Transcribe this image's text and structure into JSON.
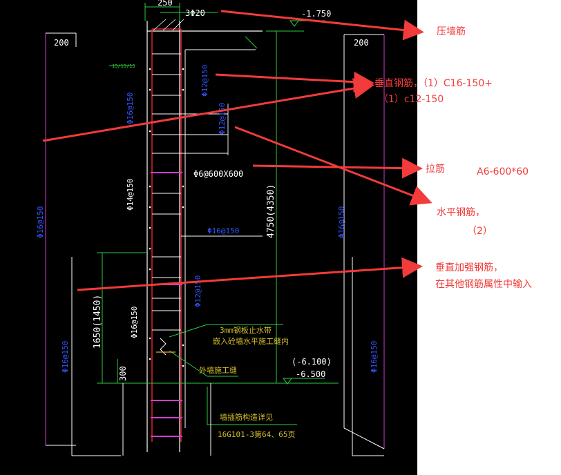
{
  "cad": {
    "dim_top_width": "250",
    "top_rebar": "3Φ20",
    "elev_top": "-1.750",
    "dim_left_200": "200",
    "dim_right_200": "200",
    "label_small_top": "15/15/15",
    "vert_outer_left": "Φ16@150",
    "vert_inner_a": "Φ12@150",
    "vert_inner_b": "Φ12@150",
    "tie_label": "Φ6@600X600",
    "vert_mid_left": "Φ14@150",
    "horiz_mid": "Φ16@150",
    "height_total": "4750(4350)",
    "far_left_vert": "Φ16@150",
    "far_right_vert": "Φ16@150",
    "lower_left_height": "1650(1450)",
    "lower_bar_left": "Φ16@150",
    "lower_bar_right": "Φ12@150",
    "waterstop_line1": "3mm钢板止水带",
    "waterstop_line2": "嵌入砼墙水平施工缝内",
    "outer_joint": "外墙施工缝",
    "elev_bottom_a": "(-6.100)",
    "elev_bottom_b": "-6.500",
    "dim_300": "300",
    "lower_far_left": "Φ16@150",
    "lower_far_right": "Φ16@150",
    "dowel_ref_line1": "墙插筋构造详见",
    "dowel_ref_line2": "16G101-3第64、65页"
  },
  "annotations": {
    "press_wall_bar": "压墙筋",
    "vertical_bar_line1": "垂直钢筋，（1）C16-150+",
    "vertical_bar_line2": "（1）c12-150",
    "tie_bar": "拉筋",
    "tie_spec": "A6-600*60",
    "horizontal_bar_line1": "水平钢筋，",
    "horizontal_bar_line2": "（2）",
    "vertical_add_line1": "垂直加强钢筋，",
    "vertical_add_line2": "在其他钢筋属性中输入"
  },
  "colors": {
    "cad_background": "#000000",
    "annotation_background": "#ffffff",
    "arrow_red": "#f23b3b",
    "dim_green": "#2ecc40",
    "rebar_blue": "#3355ff",
    "tie_magenta": "#d63bd6",
    "wall_white": "#ffffff"
  }
}
